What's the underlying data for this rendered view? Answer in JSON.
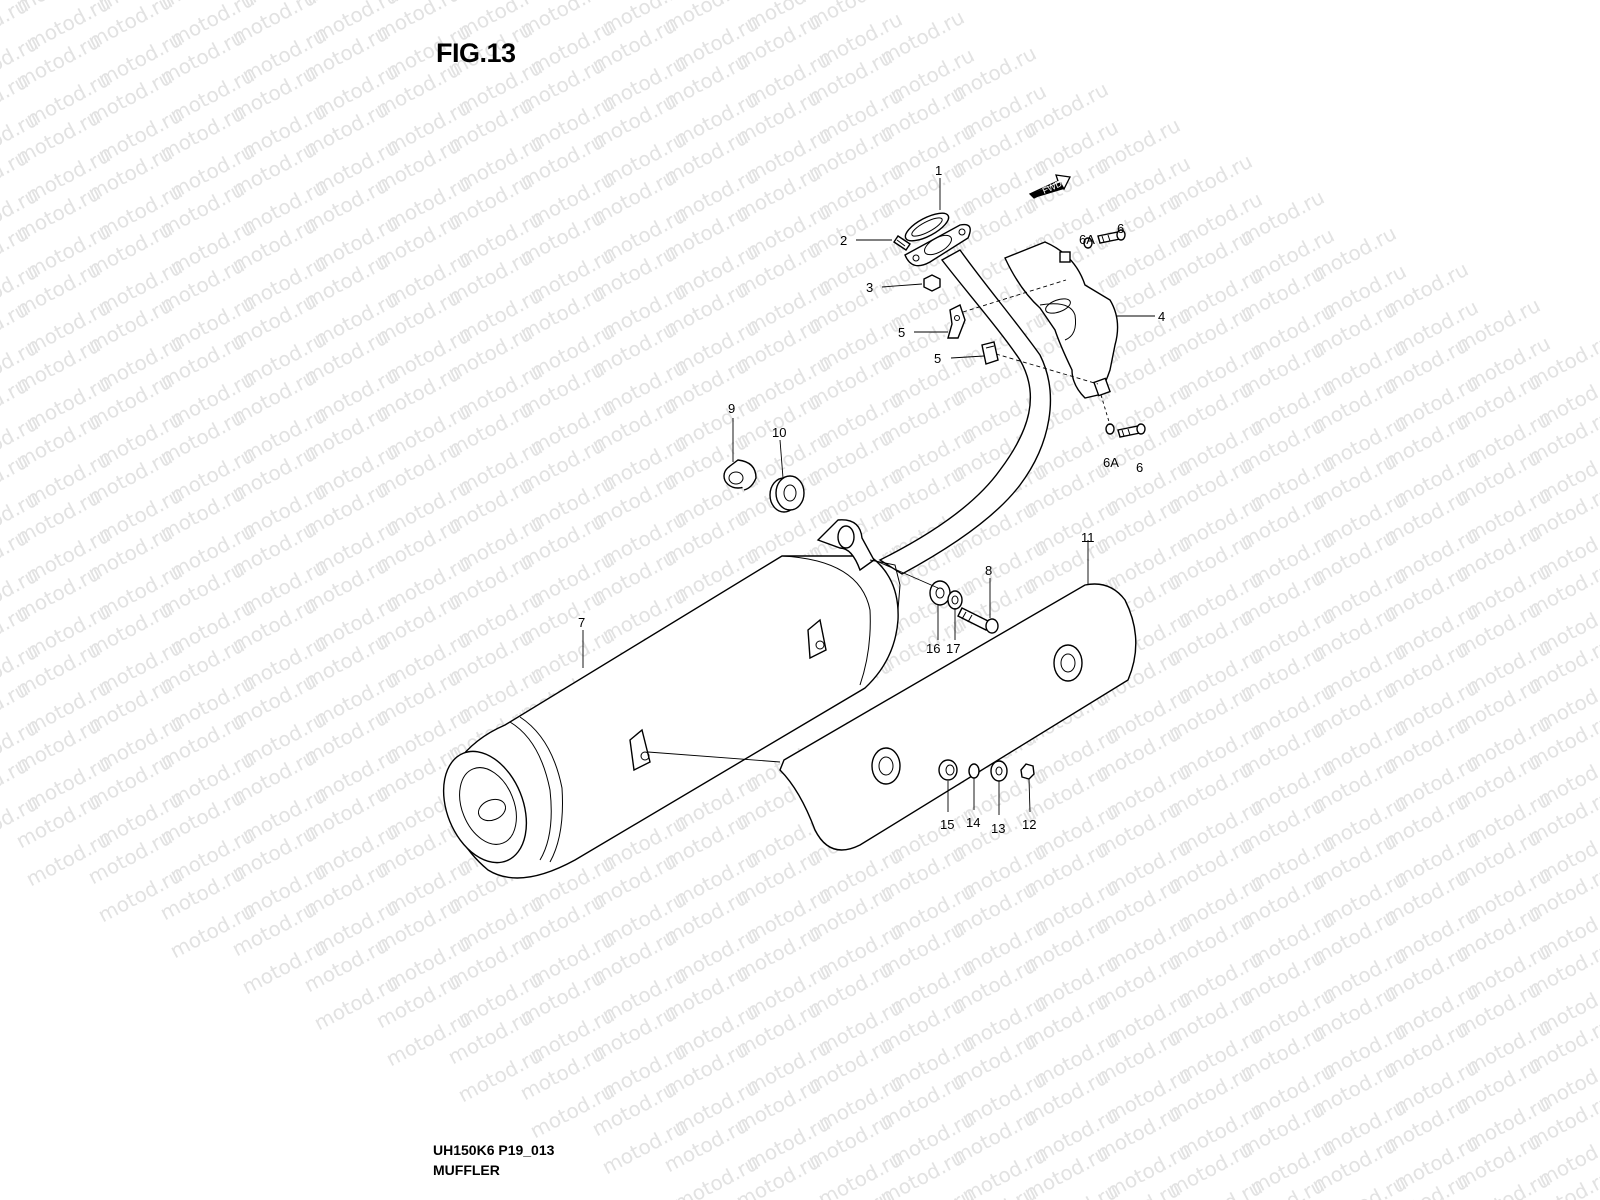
{
  "figure": {
    "title": "FIG.13"
  },
  "footer": {
    "code": "UH150K6 P19_013",
    "name": "MUFFLER"
  },
  "watermark": {
    "text": "motod.ru",
    "color": "#e2e2e2"
  },
  "direction_marker": {
    "text": "FWD"
  },
  "callouts": [
    {
      "id": "1",
      "text": "1"
    },
    {
      "id": "2",
      "text": "2"
    },
    {
      "id": "3",
      "text": "3"
    },
    {
      "id": "4",
      "text": "4"
    },
    {
      "id": "5a",
      "text": "5"
    },
    {
      "id": "5b",
      "text": "5"
    },
    {
      "id": "6a-top",
      "text": "6A"
    },
    {
      "id": "6-top",
      "text": "6"
    },
    {
      "id": "6a-bottom",
      "text": "6A"
    },
    {
      "id": "6-bottom",
      "text": "6"
    },
    {
      "id": "7",
      "text": "7"
    },
    {
      "id": "8",
      "text": "8"
    },
    {
      "id": "9",
      "text": "9"
    },
    {
      "id": "10",
      "text": "10"
    },
    {
      "id": "11",
      "text": "11"
    },
    {
      "id": "12",
      "text": "12"
    },
    {
      "id": "13",
      "text": "13"
    },
    {
      "id": "14",
      "text": "14"
    },
    {
      "id": "15",
      "text": "15"
    },
    {
      "id": "16",
      "text": "16"
    },
    {
      "id": "17",
      "text": "17"
    }
  ]
}
